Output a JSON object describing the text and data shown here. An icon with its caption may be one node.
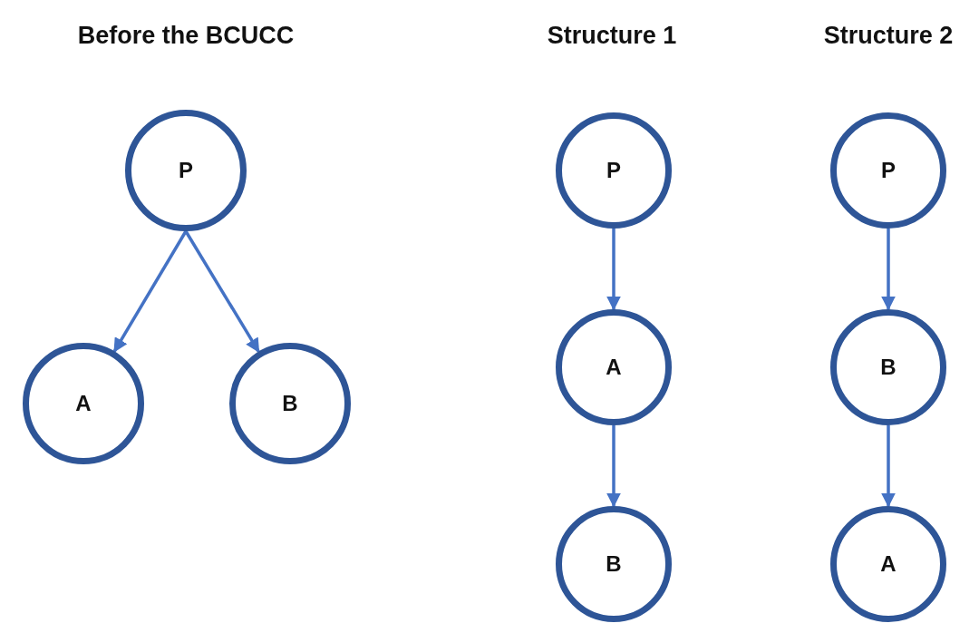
{
  "diagram": {
    "nodes": [
      {
        "text": [
          "P"
        ]
      },
      {
        "text": [
          "A"
        ]
      },
      {
        "text": [
          "B"
        ]
      },
      {
        "text": [
          "P"
        ]
      },
      {
        "text": [
          "A"
        ]
      },
      {
        "text": [
          "B"
        ]
      },
      {
        "text": [
          "P"
        ]
      },
      {
        "text": [
          "B"
        ]
      },
      {
        "text": [
          "A"
        ]
      }
    ],
    "edges": [
      {
        "from": 0,
        "to": 1,
        "arrow": "to"
      },
      {
        "from": 0,
        "to": 2,
        "arrow": "to"
      },
      {
        "from": 3,
        "to": 4,
        "arrow": "to"
      },
      {
        "from": 4,
        "to": 5,
        "arrow": "to"
      },
      {
        "from": 6,
        "to": 7,
        "arrow": "to"
      },
      {
        "from": 7,
        "to": 8,
        "arrow": "to"
      }
    ],
    "labels": [
      "Before the BCUCC",
      "Structure 1",
      "Structure 2"
    ]
  }
}
